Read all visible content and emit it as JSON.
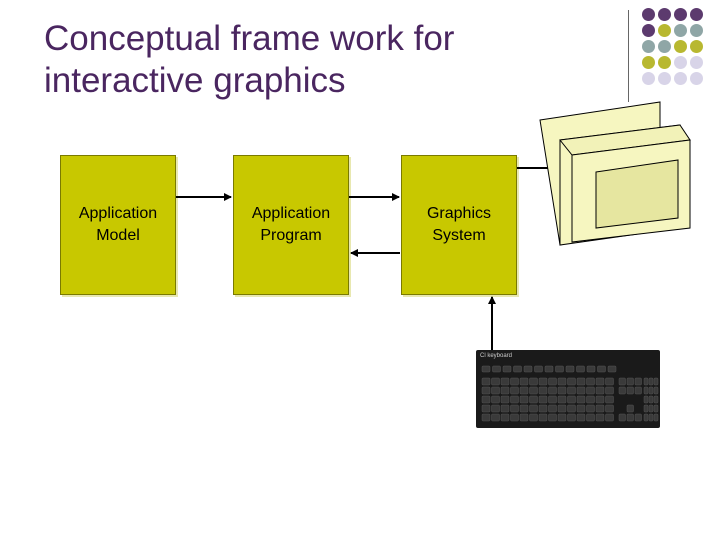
{
  "title": {
    "line1": "Conceptual frame work for",
    "line2": "interactive graphics"
  },
  "blocks": [
    {
      "line1": "Application",
      "line2": "Model"
    },
    {
      "line1": "Application",
      "line2": "Program"
    },
    {
      "line1": "Graphics",
      "line2": "System"
    }
  ],
  "keyboard": {
    "brand": "Cl   keyboard"
  },
  "colors": {
    "title": "#4a2660",
    "block_fill": "#c8c800",
    "dot_purple": "#5c3a6e",
    "dot_teal": "#8fa6a6",
    "dot_olive": "#b8b830",
    "dot_lavender": "#d8d4e8"
  },
  "decoration": {
    "dot_rows": [
      [
        "dot_purple",
        "dot_purple",
        "dot_purple",
        "dot_purple"
      ],
      [
        "dot_purple",
        "dot_olive",
        "dot_teal",
        "dot_teal"
      ],
      [
        "dot_teal",
        "dot_teal",
        "dot_olive",
        "dot_olive"
      ],
      [
        "dot_olive",
        "dot_olive",
        "dot_lavender",
        "dot_lavender"
      ],
      [
        "dot_lavender",
        "dot_lavender",
        "dot_lavender",
        "dot_lavender"
      ]
    ]
  }
}
